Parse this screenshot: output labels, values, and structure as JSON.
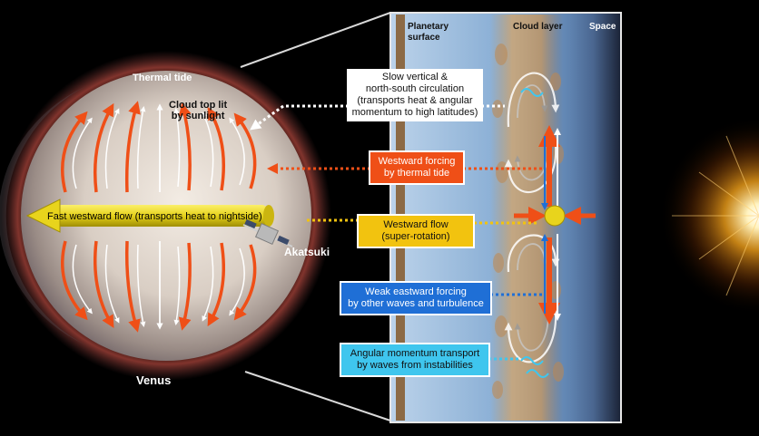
{
  "labels": {
    "thermal_tide": "Thermal tide",
    "cloud_top_lit": "Cloud top lit\nby sunlight",
    "fast_flow": "Fast westward flow (transports heat to nightside)",
    "akatsuki": "Akatsuki",
    "venus": "Venus",
    "planetary_surface": "Planetary\nsurface",
    "cloud_layer": "Cloud layer",
    "space": "Space"
  },
  "boxes": {
    "slow_circulation": "Slow vertical &\nnorth-south circulation\n(transports heat & angular\nmomentum to high latitudes)",
    "westward_forcing": "Westward forcing\nby thermal tide",
    "westward_flow": "Westward flow\n(super-rotation)",
    "eastward_forcing": "Weak eastward forcing\nby other waves and turbulence",
    "angular_momentum": "Angular momentum transport\nby waves from instabilities"
  },
  "colors": {
    "forcing_red": "#ef4f17",
    "flow_yellow": "#f2c30f",
    "eastward_blue": "#1f6fd6",
    "wave_cyan": "#3fc6ee"
  },
  "icons": [
    "sun-icon",
    "spacecraft-icon"
  ]
}
